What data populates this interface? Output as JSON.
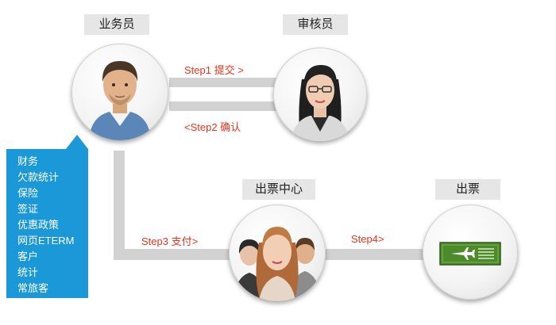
{
  "nodes": {
    "salesperson": {
      "label": "业务员"
    },
    "auditor": {
      "label": "审核员"
    },
    "ticket_center": {
      "label": "出票中心"
    },
    "ticketing": {
      "label": "出票"
    }
  },
  "steps": {
    "step1": "Step1 提交 >",
    "step2": "<Step2 确认",
    "step3": "Step3 支付>",
    "step4": "Step4>"
  },
  "menu": {
    "items": [
      "财务",
      "欠款统计",
      "保险",
      "签证",
      "优惠政策",
      "网页ETERM",
      "客户",
      "统计",
      "常旅客"
    ]
  },
  "colors": {
    "step_text": "#e8351d",
    "menu_bg": "#1b98d8",
    "ticket_green": "#4c8a2a"
  },
  "icons": {
    "ticket": "airplane-ticket-icon"
  }
}
